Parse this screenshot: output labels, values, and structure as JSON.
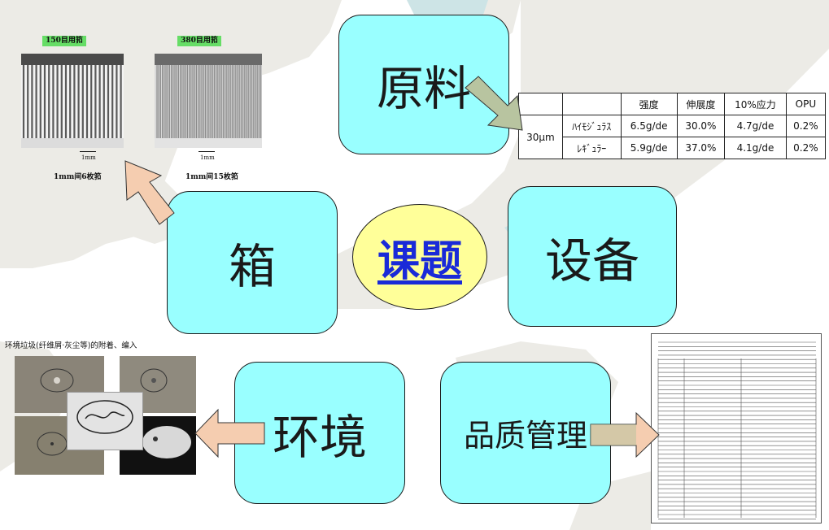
{
  "center": {
    "label": "课题"
  },
  "nodes": {
    "raw_material": "原料",
    "foil": "箱",
    "equipment": "设备",
    "environment": "环境",
    "quality": "品质管理"
  },
  "foil_photos": {
    "left_label": "150目用筘",
    "right_label": "380目用筘",
    "left_scale": "1mm",
    "right_scale": "1mm",
    "left_caption": "1mm间6枚筘",
    "right_caption": "1mm间15枚筘"
  },
  "spec_table": {
    "headers": [
      "强度",
      "伸展度",
      "10%应力",
      "OPU"
    ],
    "group_label": "30μm",
    "rows": [
      {
        "name": "ﾊｲﾓｼﾞｭﾗｽ",
        "values": [
          "6.5g/de",
          "30.0%",
          "4.7g/de",
          "0.2%"
        ]
      },
      {
        "name": "ﾚｷﾞｭﾗｰ",
        "values": [
          "5.9g/de",
          "37.0%",
          "4.1g/de",
          "0.2%"
        ]
      }
    ]
  },
  "environment_photos": {
    "caption": "环境垃圾(纤维屑·灰尘等)的附着、编入"
  },
  "colors": {
    "node_fill": "#99ffff",
    "center_fill": "#ffff99",
    "center_text": "#1a2ad8",
    "arrow_fill": "#f5cdb0",
    "arrow_fill_olive": "#b8c4a0",
    "foil_label_fill": "#66dd66"
  }
}
